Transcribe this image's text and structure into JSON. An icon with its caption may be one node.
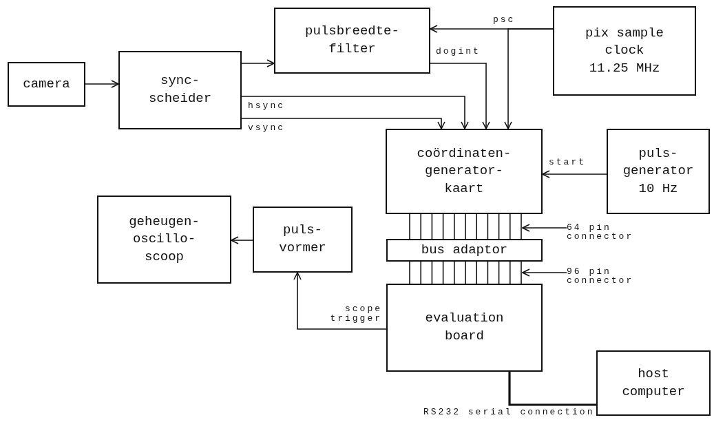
{
  "diagram": {
    "nodes": [
      {
        "text": [
          "camera"
        ]
      },
      {
        "text": [
          "sync- scheider"
        ]
      },
      {
        "text": [
          "pulsbreedte- filter"
        ]
      },
      {
        "text": [
          "pix sample clock 11.25 MHz"
        ]
      },
      {
        "text": [
          "coördinaten- generator- kaart"
        ]
      },
      {
        "text": [
          "puls- generator 10 Hz"
        ]
      },
      {
        "text": [
          "geheugen- oscillo- scoop"
        ]
      },
      {
        "text": [
          "puls- vormer"
        ]
      },
      {
        "text": [
          "bus adaptor"
        ]
      },
      {
        "text": [
          "evaluation board"
        ]
      },
      {
        "text": [
          "host computer"
        ]
      },
      {
        "text": [],
        "shape": "picture"
      },
      {
        "text": [],
        "shape": "picture"
      },
      {
        "text": [
          "64 pin connector"
        ]
      },
      {
        "text": [
          "96 pin connector"
        ]
      }
    ],
    "edges": [
      {
        "from": 0,
        "to": 1,
        "arrow": "to"
      },
      {
        "from": 1,
        "to": 2,
        "arrow": "to"
      },
      {
        "from": 1,
        "to": 4,
        "arrow": "to",
        "label": "hsync"
      },
      {
        "from": 1,
        "to": 4,
        "arrow": "to",
        "label": "vsync"
      },
      {
        "from": 2,
        "to": 4,
        "arrow": "to",
        "label": "dogint"
      },
      {
        "from": 3,
        "to": 2,
        "arrow": "to",
        "label": "psc"
      },
      {
        "from": 3,
        "to": 4,
        "arrow": "to"
      },
      {
        "from": 5,
        "to": 4,
        "arrow": "to",
        "label": "start"
      },
      {
        "from": 7,
        "to": 6,
        "arrow": "to"
      },
      {
        "from": 9,
        "to": 7,
        "arrow": "to",
        "label": "scope trigger"
      },
      {
        "from": 9,
        "to": 10,
        "arrow": "none",
        "label": "RS232 serial connection",
        "style": "thick"
      },
      {
        "from": 13,
        "to": 11,
        "arrow": "to"
      },
      {
        "from": 14,
        "to": 12,
        "arrow": "to"
      }
    ]
  }
}
